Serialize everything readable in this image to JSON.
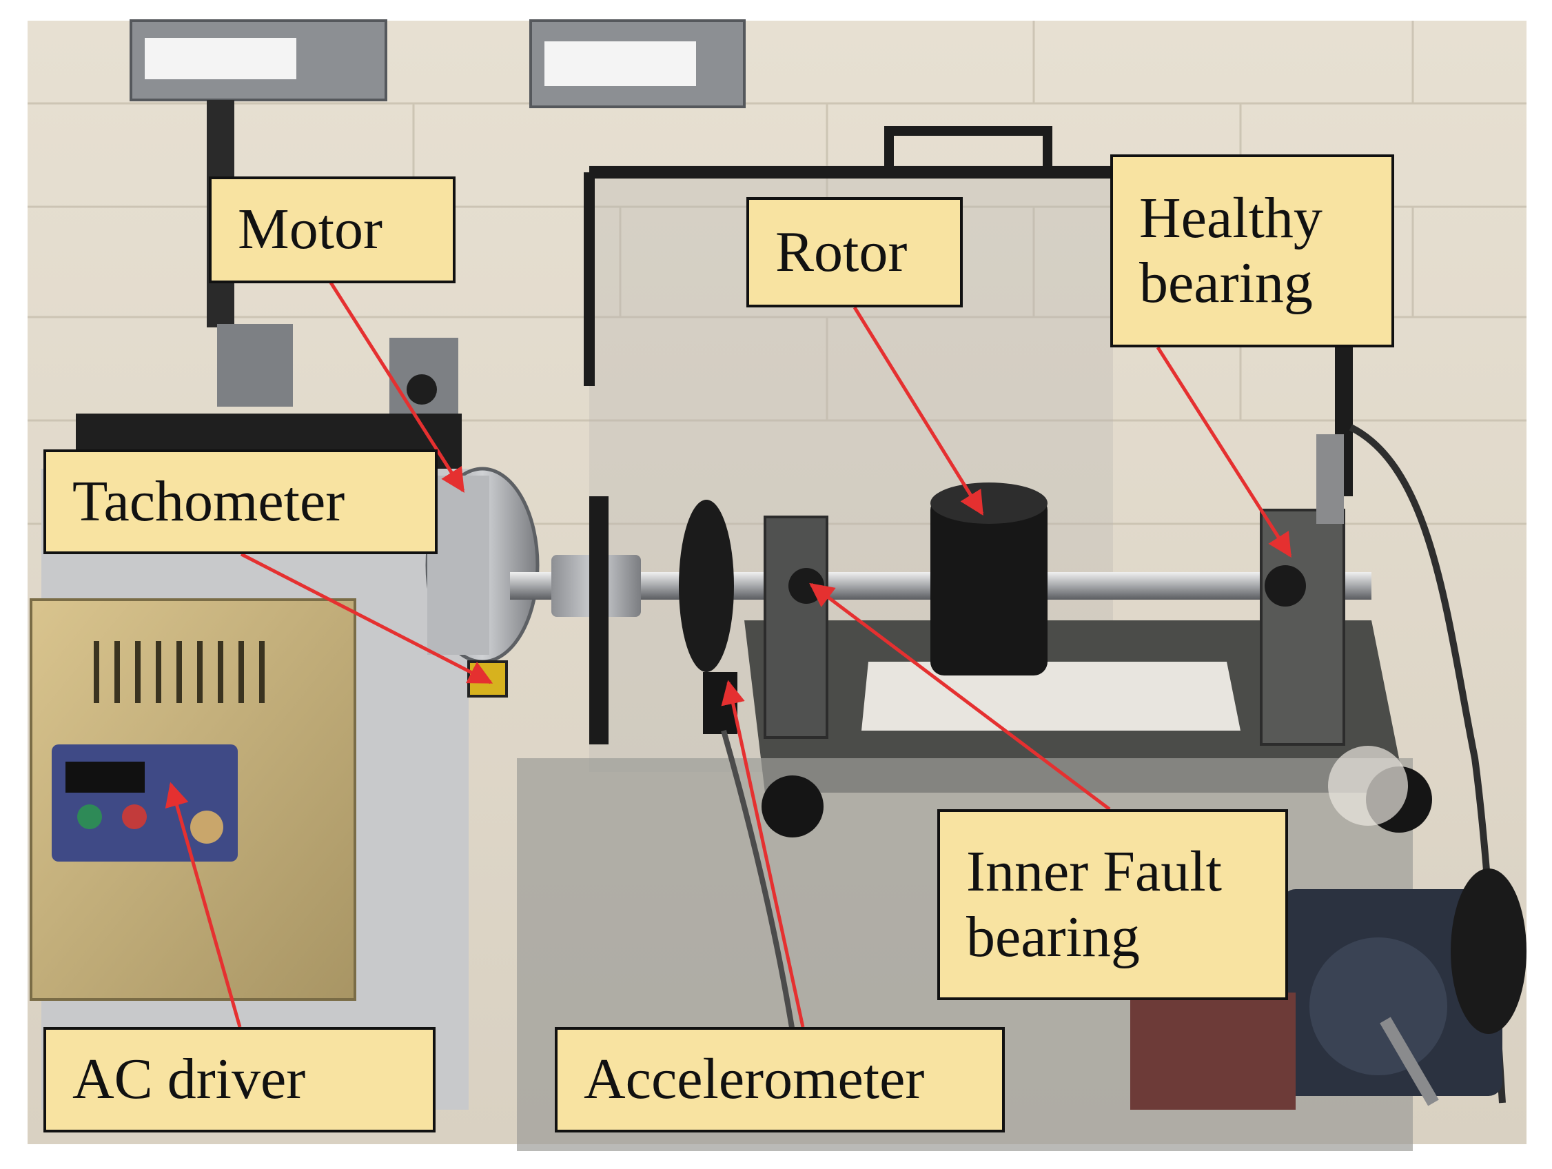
{
  "figure": {
    "photo_description_icon": "rotor-test-rig-photo",
    "label_color": "#f8e3a1",
    "arrow_color": "#e53030"
  },
  "labels": {
    "motor": "Motor",
    "rotor": "Rotor",
    "healthy_bearing": [
      "Healthy",
      "bearing"
    ],
    "tachometer": "Tachometer",
    "inner_fault_bearing": [
      "Inner Fault",
      "bearing"
    ],
    "ac_driver": "AC driver",
    "accelerometer": "Accelerometer"
  }
}
